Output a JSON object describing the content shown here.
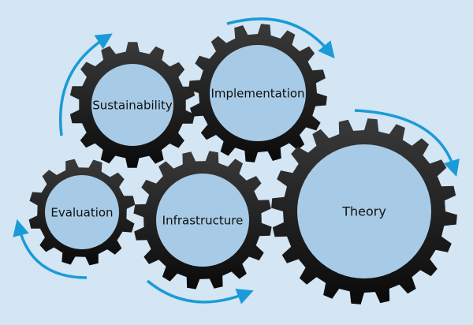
{
  "colors": {
    "background": "#d4e5f3",
    "gear": "#1e1e1e",
    "hub": "#a7cbe6",
    "arrow": "#1a9bd7"
  },
  "gears": [
    {
      "id": "sustainability",
      "label": "Sustainability",
      "teeth": 14
    },
    {
      "id": "implementation",
      "label": "Implementation",
      "teeth": 16
    },
    {
      "id": "evaluation",
      "label": "Evaluation",
      "teeth": 12
    },
    {
      "id": "infrastructure",
      "label": "Infrastructure",
      "teeth": 16
    },
    {
      "id": "theory",
      "label": "Theory",
      "teeth": 20
    }
  ]
}
